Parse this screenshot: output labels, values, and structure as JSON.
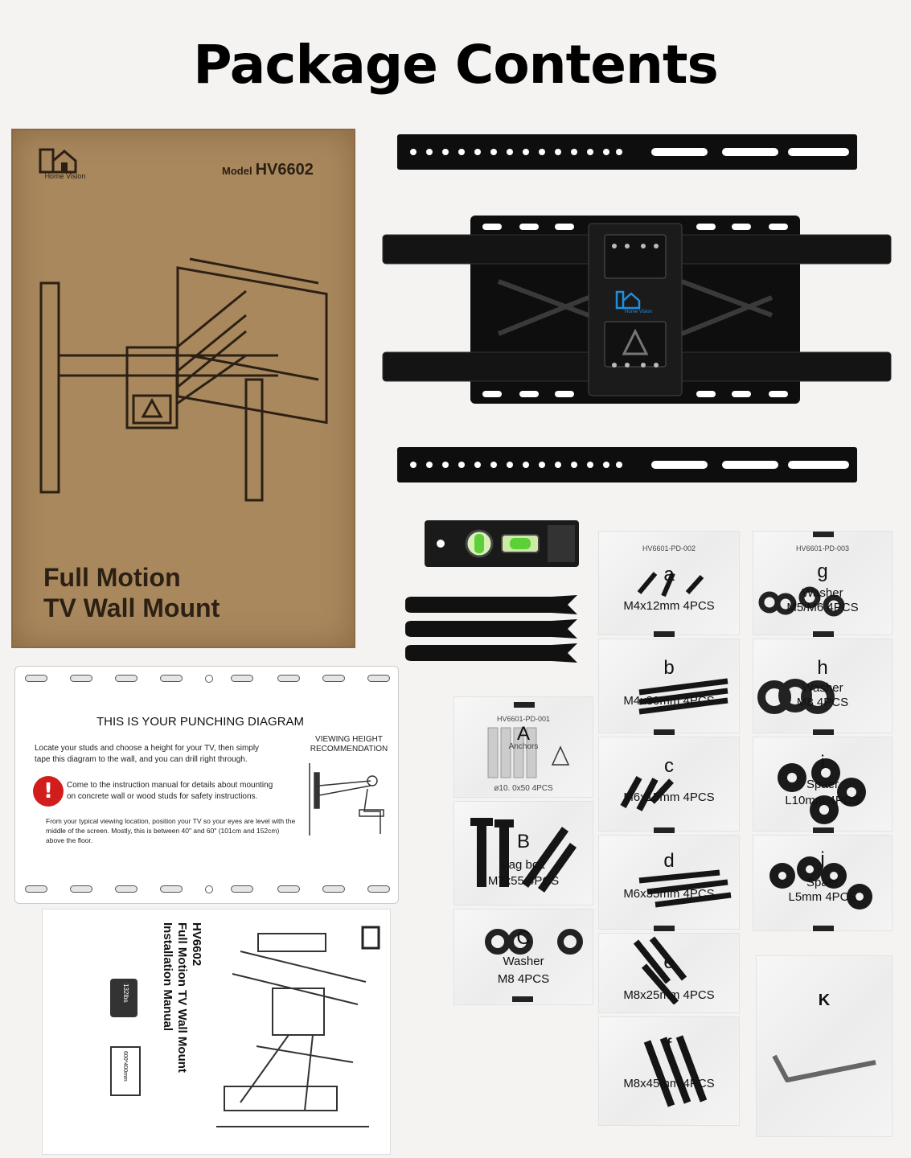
{
  "page": {
    "title": "Package Contents"
  },
  "box": {
    "logo_text": "Home Vision",
    "model_label": "Model",
    "model_value": "HV6602",
    "product_line1": "Full Motion",
    "product_line2": "TV Wall Mount"
  },
  "mount": {
    "logo_text": "Home Vision"
  },
  "punching_diagram": {
    "title": "THIS IS YOUR PUNCHING DIAGRAM",
    "instruction_line1": "Locate your studs and choose a height for your TV, then simply",
    "instruction_line2": "tape this diagram to the wall, and you can drill right through.",
    "warning_line1": "Come to the instruction manual for details about mounting",
    "warning_line2": "on concrete wall or wood studs for safety instructions.",
    "viewing_line1": "VIEWING HEIGHT",
    "viewing_line2": "RECOMMENDATION",
    "note_line1": "From your typical viewing location, position your TV so your eyes are level with the",
    "note_line2": "middle of the screen. Mostly, this is between 40\" and 60\" (101cm and 152cm)",
    "note_line3": "above the floor."
  },
  "manual": {
    "model": "HV6602",
    "title_line1": "Full Motion TV Wall Mount",
    "title_line2": "Installation Manual",
    "max_weight": "132lbs",
    "vesa": "600*400mm"
  },
  "bags": {
    "a": {
      "code": "HV6601-PD-002",
      "letter": "a",
      "spec": "M4x12mm  4PCS"
    },
    "b": {
      "letter": "b",
      "spec": "M4x30mm  4PCS"
    },
    "c": {
      "letter": "c",
      "spec": "M6x15mm  4PCS"
    },
    "d": {
      "letter": "d",
      "spec": "M6x35mm  4PCS"
    },
    "e": {
      "letter": "e",
      "spec": "M8x25mm  4PCS"
    },
    "f": {
      "letter": "f",
      "spec": "M8x45mm  4PCS"
    },
    "g": {
      "code": "HV6601-PD-003",
      "letter": "g",
      "name": "Washer",
      "spec": "M5/M6  4PCS"
    },
    "h": {
      "letter": "h",
      "name": "Washer",
      "spec": "M8  4PCS"
    },
    "i": {
      "letter": "i",
      "name": "Spaer",
      "spec": "L10mm  4PCS"
    },
    "j": {
      "letter": "j",
      "name": "Spaer",
      "spec": "L5mm  4PCS"
    },
    "A": {
      "code": "HV6601-PD-001",
      "letter": "A",
      "name": "Anchors",
      "spec": "ø10. 0x50  4PCS"
    },
    "B": {
      "letter": "B",
      "name": "Lag bolt",
      "spec": "M7x55  4PCS"
    },
    "C": {
      "letter": "C",
      "name": "Washer",
      "spec": "M8  4PCS"
    },
    "K": {
      "letter": "K"
    }
  }
}
